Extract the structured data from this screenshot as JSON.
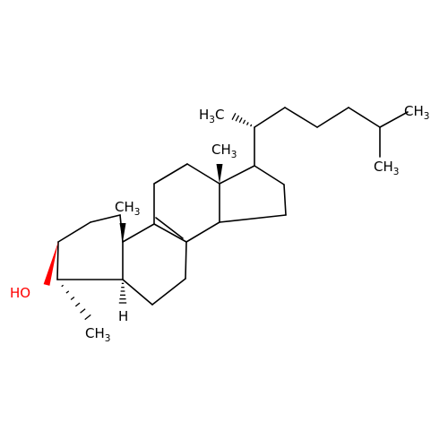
{
  "structure": {
    "colors": {
      "bond": "#000000",
      "oxygen": "#ff0000",
      "label": "#000000"
    },
    "labels": {
      "hydroxyl": {
        "main": "HO",
        "main_color": "#ff0000"
      },
      "methyl_c4": {
        "main": "CH",
        "sub": "3"
      },
      "hydrogen_c5": {
        "main": "H"
      },
      "methyl_c10": {
        "main": "CH",
        "sub": "3"
      },
      "methyl_c13": {
        "main": "CH",
        "sub": "3"
      },
      "methyl_c20": {
        "main": "H",
        "sub": "3",
        "tail": "C"
      },
      "methyl_c25a": {
        "main": "CH",
        "sub": "3"
      },
      "methyl_c25b": {
        "main": "CH",
        "sub": "3"
      }
    }
  }
}
